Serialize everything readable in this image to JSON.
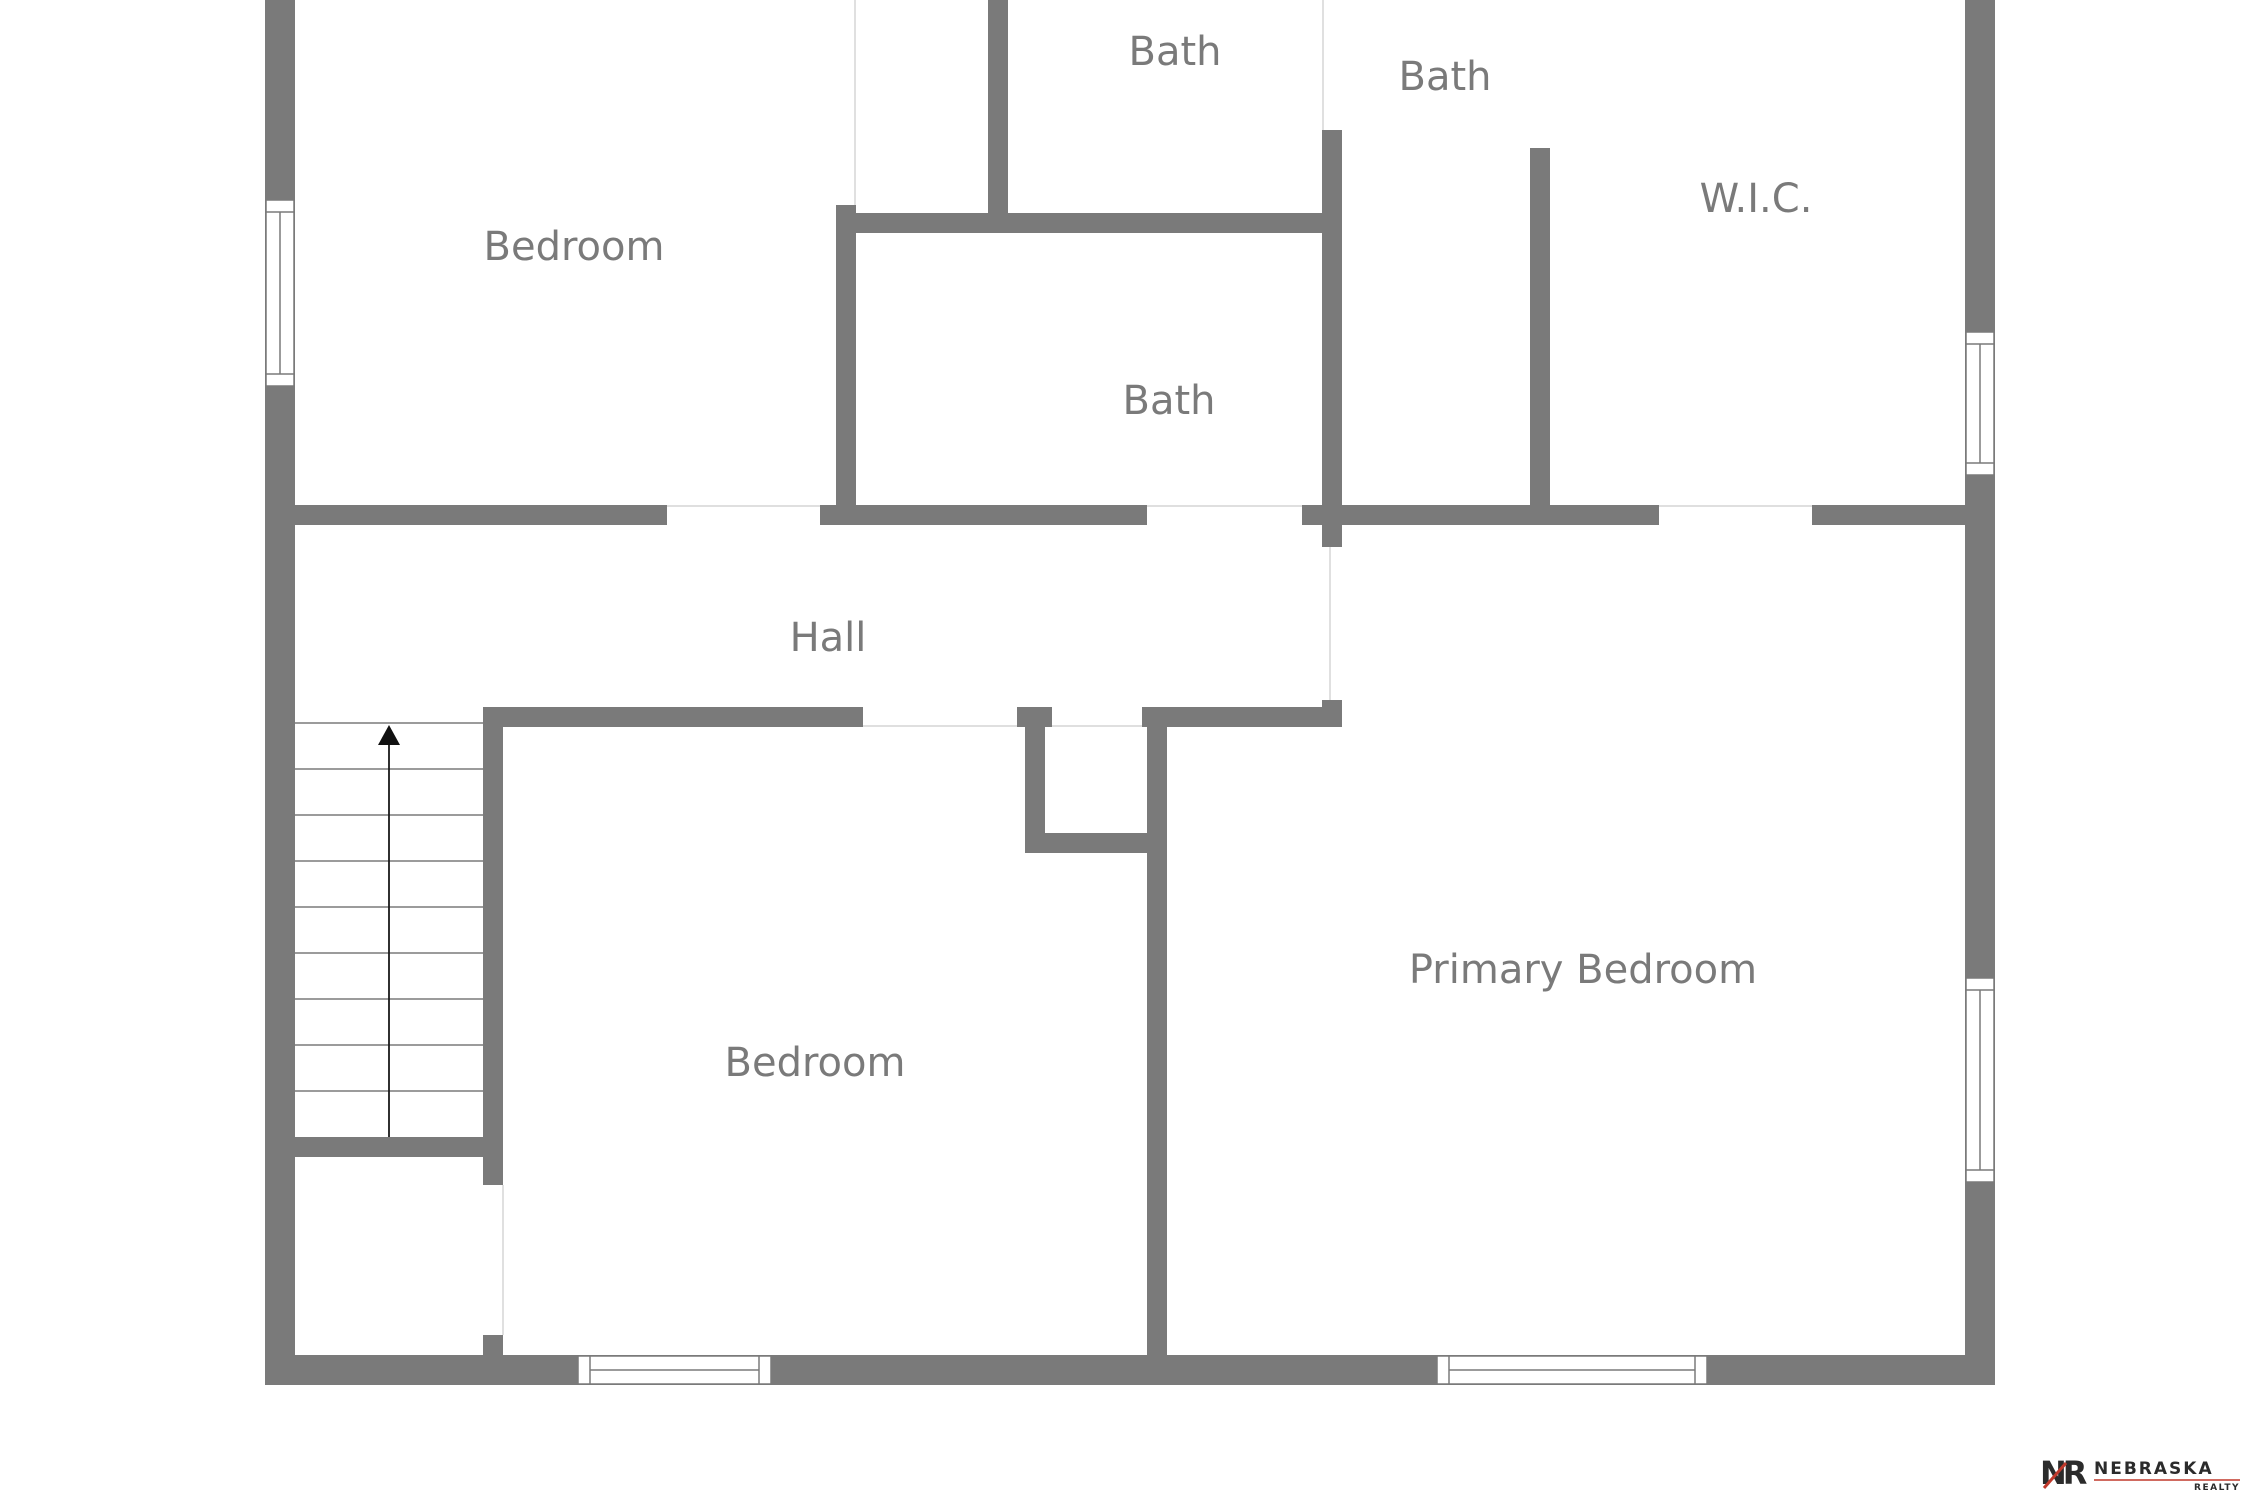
{
  "rooms": {
    "bedroom_top_left": "Bedroom",
    "bath_top": "Bath",
    "bath_right": "Bath",
    "wic": "W.I.C.",
    "bath_middle": "Bath",
    "hall": "Hall",
    "bedroom_bottom": "Bedroom",
    "primary_bedroom": "Primary Bedroom"
  },
  "logo": {
    "mark": "NR",
    "name": "NEBRASKA",
    "subname": "REALTY",
    "accent": "#c0392b",
    "dark": "#2b2b2b"
  },
  "colors": {
    "wall": "#7a7a7a",
    "background": "#ffffff",
    "label": "#7a7a7a"
  }
}
